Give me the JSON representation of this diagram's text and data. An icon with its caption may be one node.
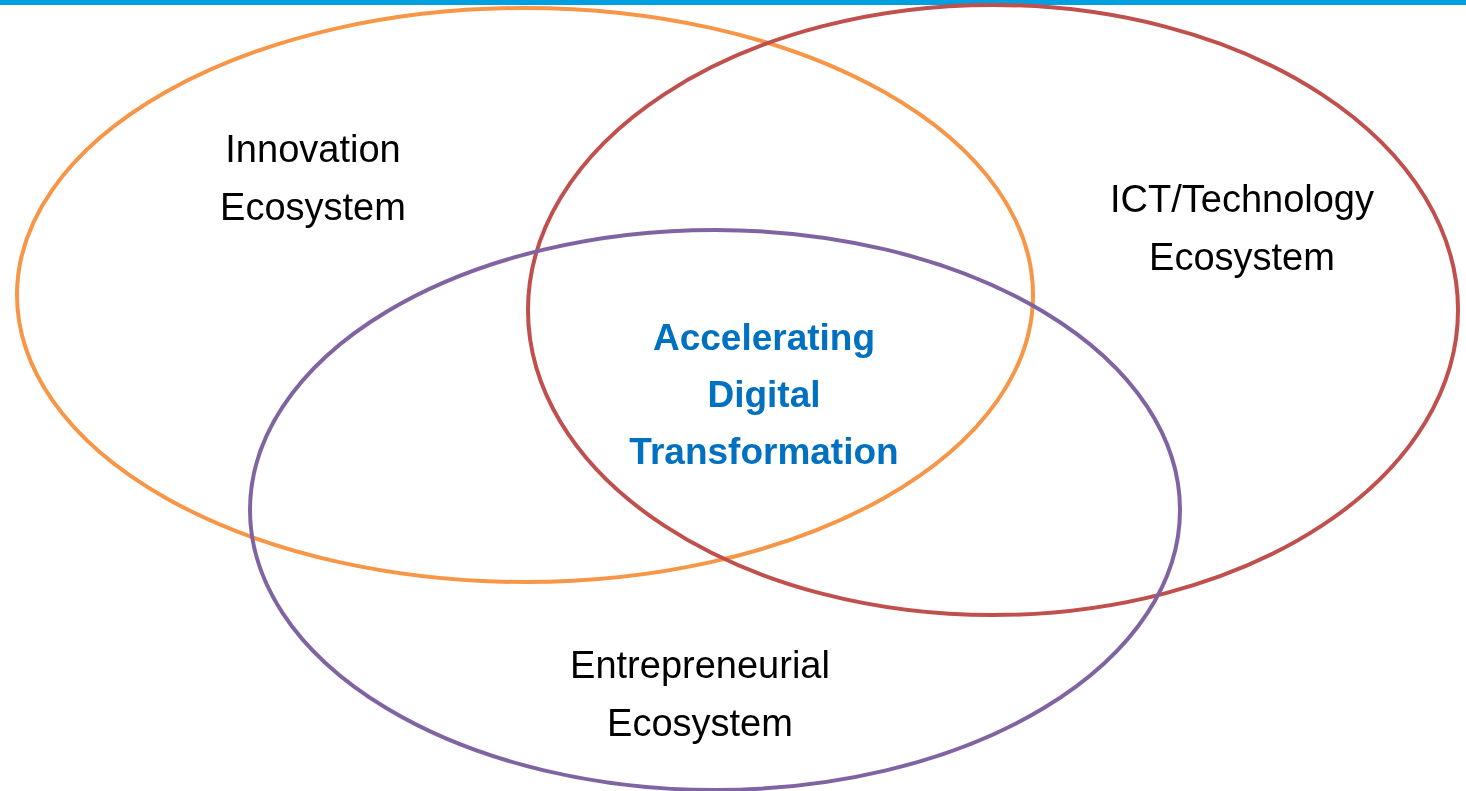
{
  "diagram": {
    "nodes": [
      {
        "text": [
          "Innovation Ecosystem"
        ]
      },
      {
        "text": [
          "ICT/Technology Ecosystem"
        ]
      },
      {
        "text": [
          "Entrepreneurial Ecosystem"
        ]
      }
    ],
    "labels": [
      "Accelerating Digital Transformation"
    ]
  }
}
